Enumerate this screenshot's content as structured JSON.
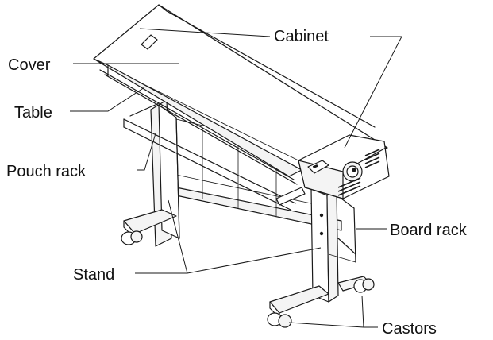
{
  "diagram": {
    "labels": {
      "cabinet": "Cabinet",
      "cover": "Cover",
      "table": "Table",
      "pouch_rack": "Pouch rack",
      "board_rack": "Board rack",
      "stand": "Stand",
      "castors": "Castors"
    }
  }
}
